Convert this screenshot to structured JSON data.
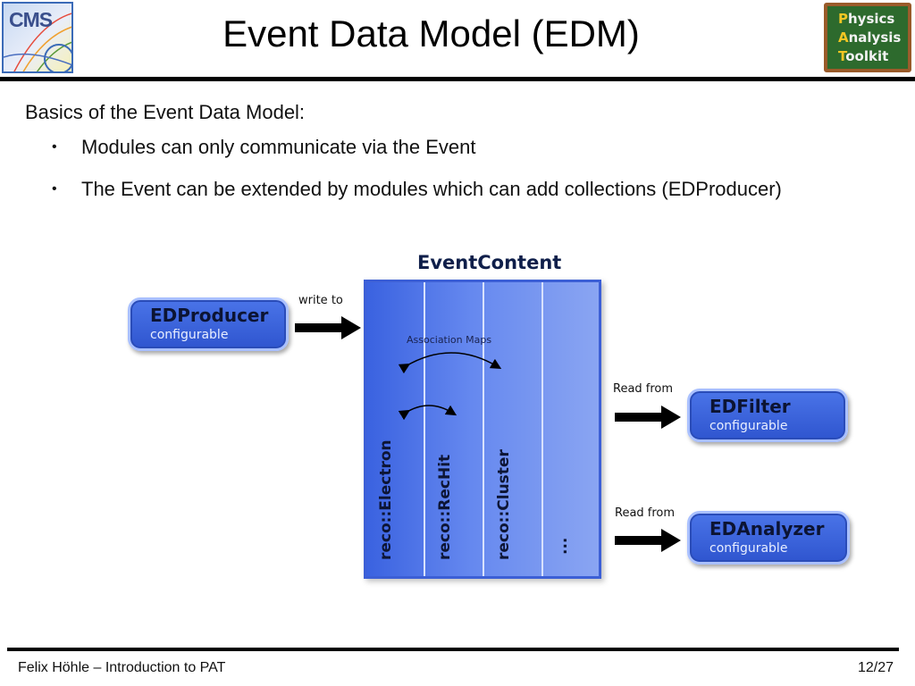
{
  "header": {
    "title": "Event Data Model (EDM)",
    "cms_logo_text": "CMS",
    "pat_logo": {
      "lines": [
        {
          "cap": "P",
          "rest": "hysics"
        },
        {
          "cap": "A",
          "rest": "nalysis"
        },
        {
          "cap": "T",
          "rest": "oolkit"
        }
      ]
    }
  },
  "body": {
    "lead": "Basics of the Event Data Model:",
    "bullets": [
      "Modules can only communicate via the Event",
      "The Event can be extended by modules which can add collections (EDProducer)"
    ]
  },
  "diagram": {
    "event_content": {
      "title": "EventContent",
      "columns": [
        "reco::Electron",
        "reco::RecHit",
        "reco::Cluster",
        "..."
      ],
      "association_label": "Association Maps"
    },
    "producer": {
      "name": "EDProducer",
      "desc": "configurable",
      "arrow_label": "write to"
    },
    "filter": {
      "name": "EDFilter",
      "desc": "configurable",
      "arrow_label": "Read from"
    },
    "analyzer": {
      "name": "EDAnalyzer",
      "desc": "configurable",
      "arrow_label": "Read from"
    },
    "colors": {
      "module_blue": "#2f55cf",
      "event_blue": "#4f74e6",
      "arrow": "#000000"
    }
  },
  "footer": {
    "left": "Felix Höhle – Introduction to PAT",
    "right": "12/27"
  }
}
